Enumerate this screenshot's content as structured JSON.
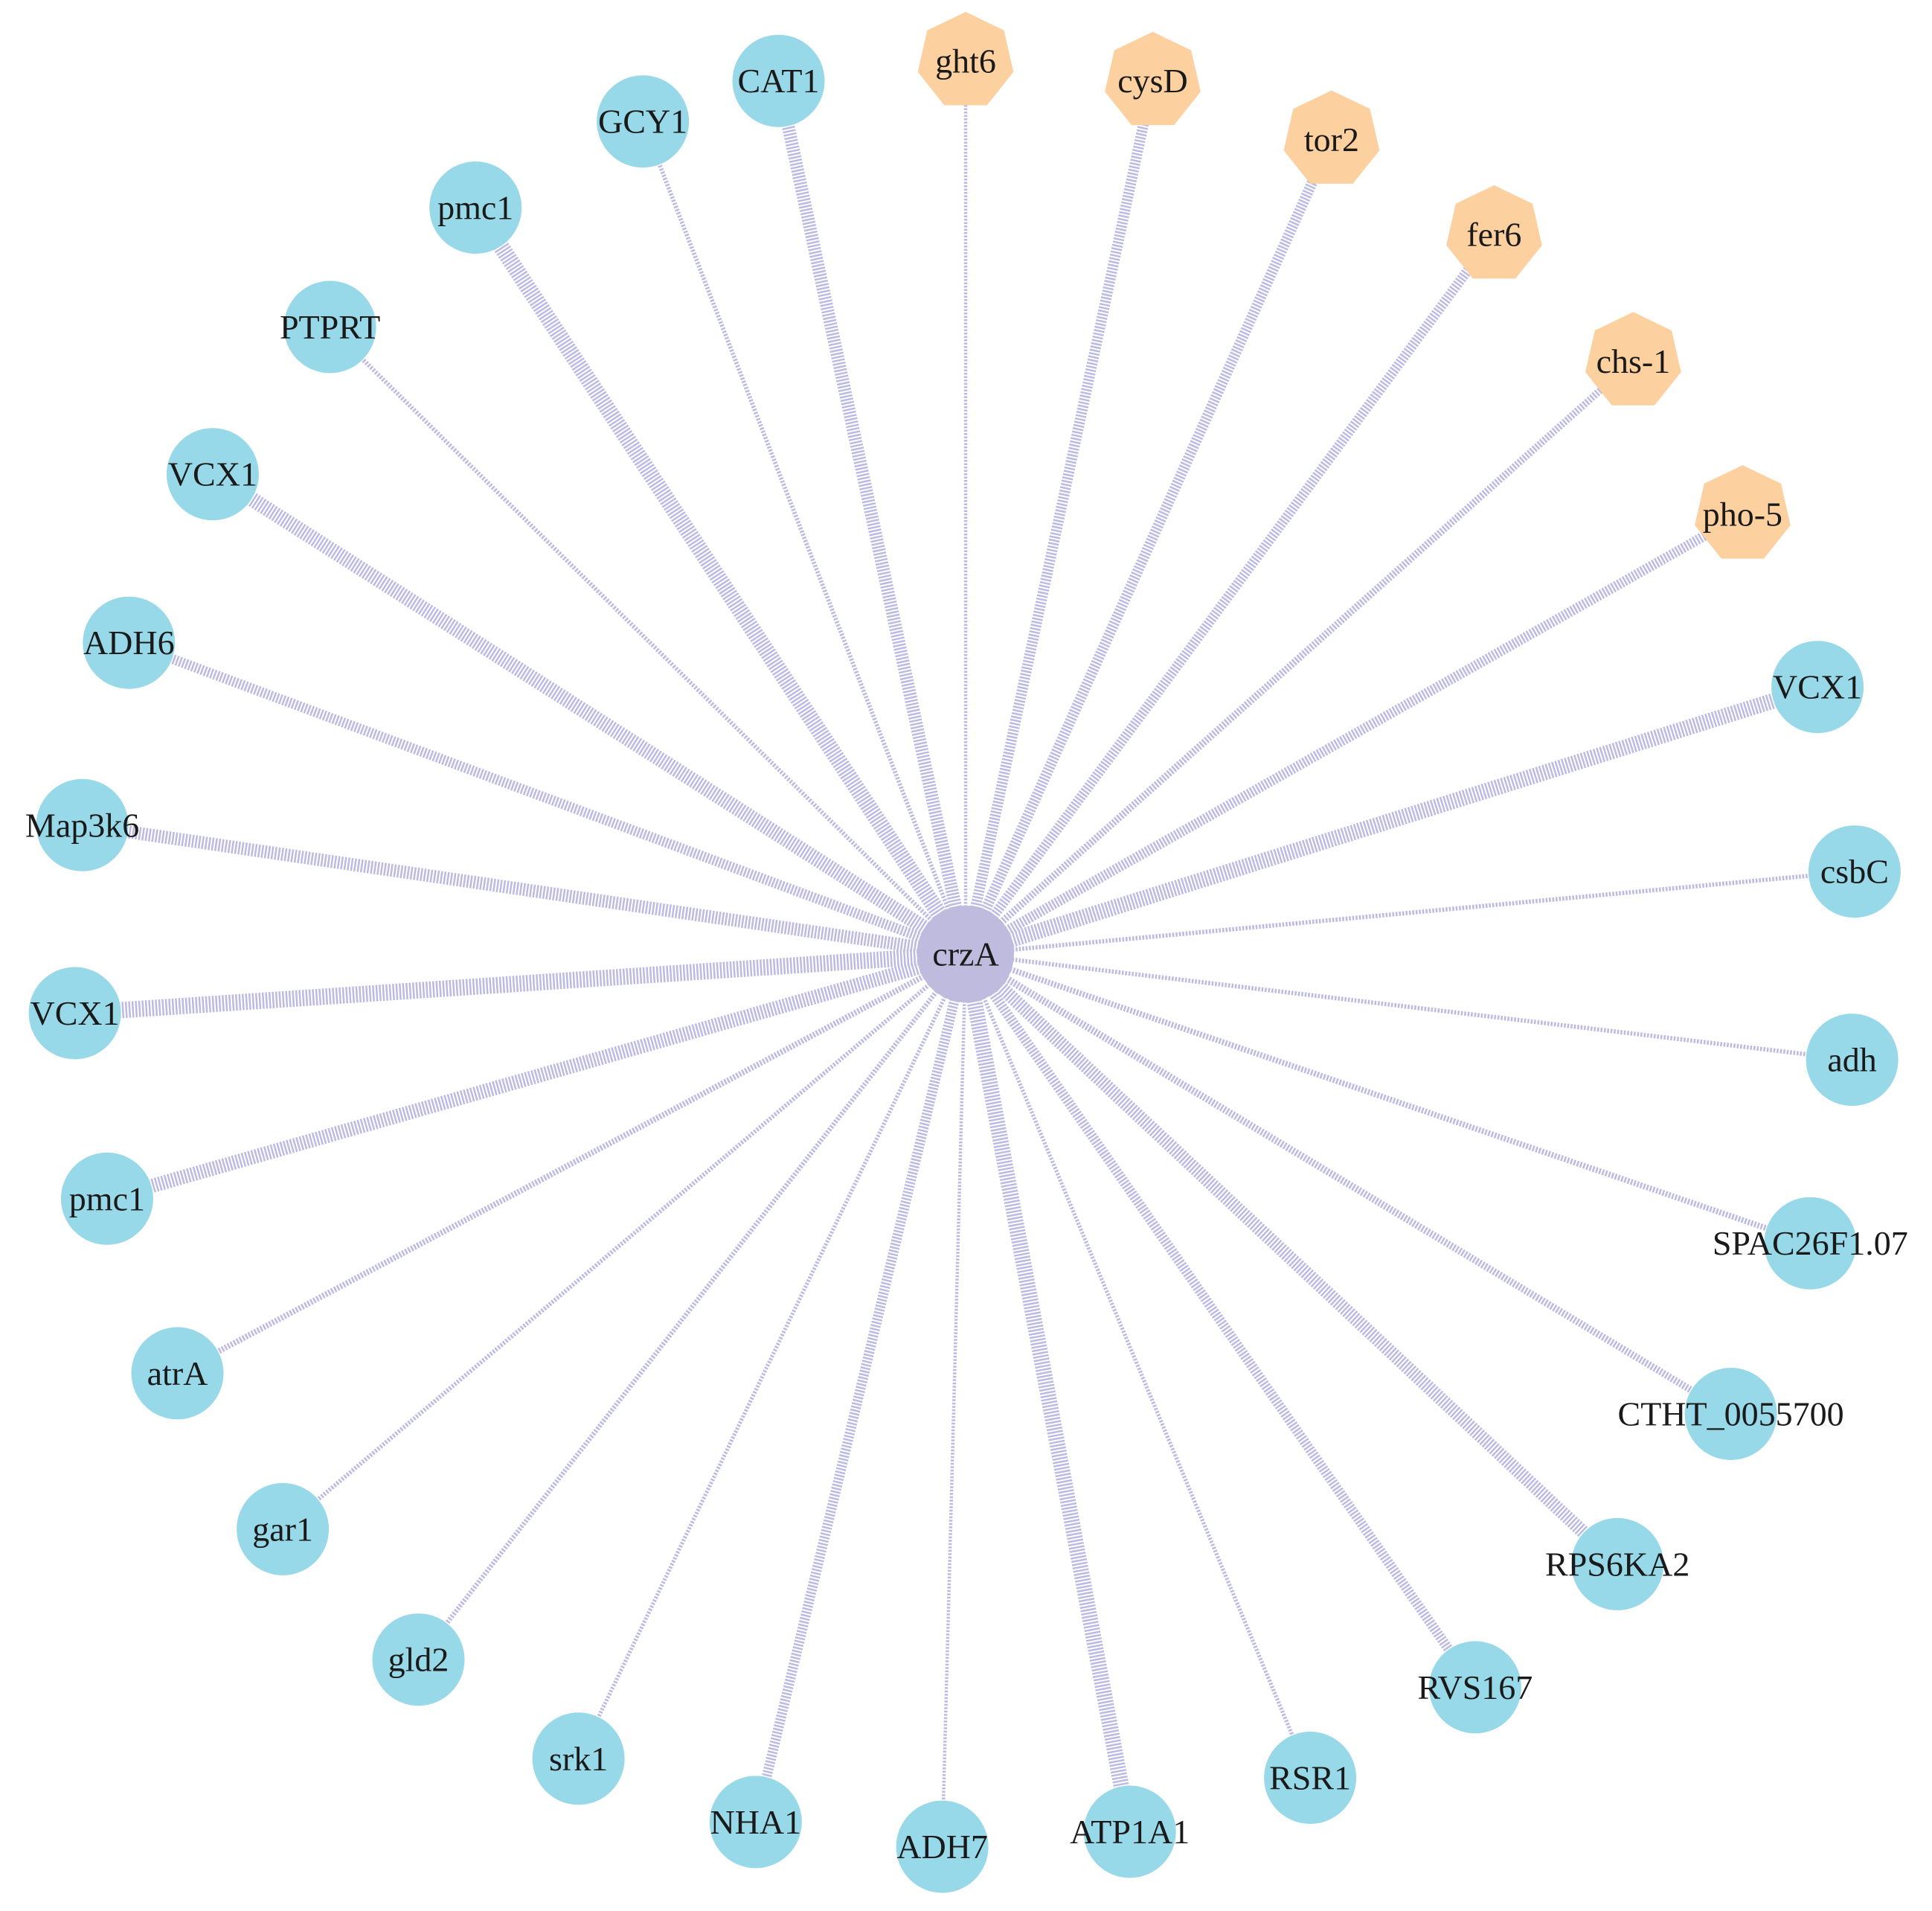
{
  "colors": {
    "center_node": "#bfbbde",
    "edge": "#bcbae4",
    "neighbor_circle": "#97d9e8",
    "neighbor_heptagon": "#fdd09f",
    "label": "#1a1a1a"
  },
  "center": {
    "label": "crzA",
    "shape": "circle"
  },
  "nodes": [
    {
      "label": "CAT1",
      "shape": "circle",
      "weight": 0.75
    },
    {
      "label": "ght6",
      "shape": "heptagon",
      "weight": 0.08
    },
    {
      "label": "cysD",
      "shape": "heptagon",
      "weight": 0.6
    },
    {
      "label": "tor2",
      "shape": "heptagon",
      "weight": 0.6
    },
    {
      "label": "fer6",
      "shape": "heptagon",
      "weight": 0.55
    },
    {
      "label": "chs-1",
      "shape": "heptagon",
      "weight": 0.35
    },
    {
      "label": "pho-5",
      "shape": "heptagon",
      "weight": 0.55
    },
    {
      "label": "VCX1",
      "shape": "circle",
      "weight": 0.95
    },
    {
      "label": "csbC",
      "shape": "circle",
      "weight": 0.15
    },
    {
      "label": "adh",
      "shape": "circle",
      "weight": 0.15
    },
    {
      "label": "SPAC26F1.07",
      "shape": "circle",
      "weight": 0.25
    },
    {
      "label": "CTHT_0055700",
      "shape": "circle",
      "weight": 0.35
    },
    {
      "label": "RPS6KA2",
      "shape": "circle",
      "weight": 0.8
    },
    {
      "label": "RVS167",
      "shape": "circle",
      "weight": 0.55
    },
    {
      "label": "RSR1",
      "shape": "circle",
      "weight": 0.12
    },
    {
      "label": "ATP1A1",
      "shape": "circle",
      "weight": 0.95
    },
    {
      "label": "ADH7",
      "shape": "circle",
      "weight": 0.08
    },
    {
      "label": "NHA1",
      "shape": "circle",
      "weight": 0.55
    },
    {
      "label": "srk1",
      "shape": "circle",
      "weight": 0.12
    },
    {
      "label": "gld2",
      "shape": "circle",
      "weight": 0.18
    },
    {
      "label": "gar1",
      "shape": "circle",
      "weight": 0.15
    },
    {
      "label": "atrA",
      "shape": "circle",
      "weight": 0.25
    },
    {
      "label": "pmc1",
      "shape": "circle",
      "weight": 0.85
    },
    {
      "label": "VCX1",
      "shape": "circle",
      "weight": 1.0
    },
    {
      "label": "Map3k6",
      "shape": "circle",
      "weight": 0.75
    },
    {
      "label": "ADH6",
      "shape": "circle",
      "weight": 0.55
    },
    {
      "label": "VCX1",
      "shape": "circle",
      "weight": 0.9
    },
    {
      "label": "PTPRT",
      "shape": "circle",
      "weight": 0.15
    },
    {
      "label": "pmc1",
      "shape": "circle",
      "weight": 1.0
    },
    {
      "label": "GCY1",
      "shape": "circle",
      "weight": 0.15
    }
  ]
}
